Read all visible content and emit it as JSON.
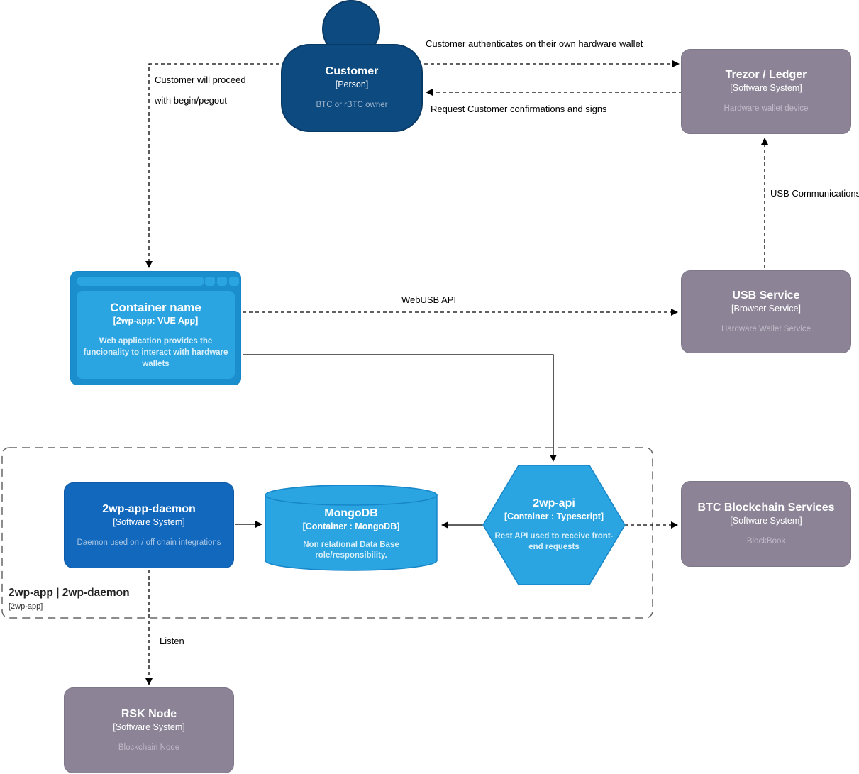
{
  "nodes": {
    "customer": {
      "title": "Customer",
      "subtitle": "[Person]",
      "description": "BTC or rBTC owner"
    },
    "trezor": {
      "title": "Trezor / Ledger",
      "subtitle": "[Software System]",
      "description": "Hardware wallet device"
    },
    "webapp": {
      "title": "Container name",
      "subtitle": "[2wp-app: VUE App]",
      "description": "Web application provides the funcionality to interact with hardware wallets"
    },
    "usb_service": {
      "title": "USB Service",
      "subtitle": "[Browser Service]",
      "description": "Hardware Wallet Service"
    },
    "daemon": {
      "title": "2wp-app-daemon",
      "subtitle": "[Software System]",
      "description": "Daemon used on / off chain integrations"
    },
    "mongodb": {
      "title": "MongoDB",
      "subtitle": "[Container : MongoDB]",
      "description": "Non relational Data Base role/responsibility."
    },
    "api": {
      "title": "2wp-api",
      "subtitle": "[Container : Typescript]",
      "description": "Rest API used to receive front-end requests"
    },
    "btc": {
      "title": "BTC Blockchain Services",
      "subtitle": "[Software System]",
      "description": "BlockBook"
    },
    "rsk": {
      "title": "RSK Node",
      "subtitle": "[Software System]",
      "description": "Blockchain Node"
    }
  },
  "boundary": {
    "title": "2wp-app | 2wp-daemon",
    "subtitle": "[2wp-app]"
  },
  "edges": {
    "auth_label": "Customer authenticates on their own hardware wallet",
    "request_label": "Request Customer confirmations and signs",
    "proceed_label_line1": "Customer will proceed",
    "proceed_label_line2": "with begin/pegout",
    "webusb_label": "WebUSB API",
    "usb_comm_label": "USB Communications",
    "listen_label": "Listen"
  },
  "colors": {
    "person_fill": "#0D4A80",
    "person_stroke": "#093A64",
    "external_system_fill": "#8C8496",
    "software_system_fill": "#1168BD",
    "container_fill": "#2BA5E1",
    "container_stroke": "#1787C9",
    "browser_frame_fill": "#1B8FCE",
    "connector_color": "#000000",
    "boundary_stroke": "#666666",
    "canvas_background": "#FFFFFF"
  }
}
